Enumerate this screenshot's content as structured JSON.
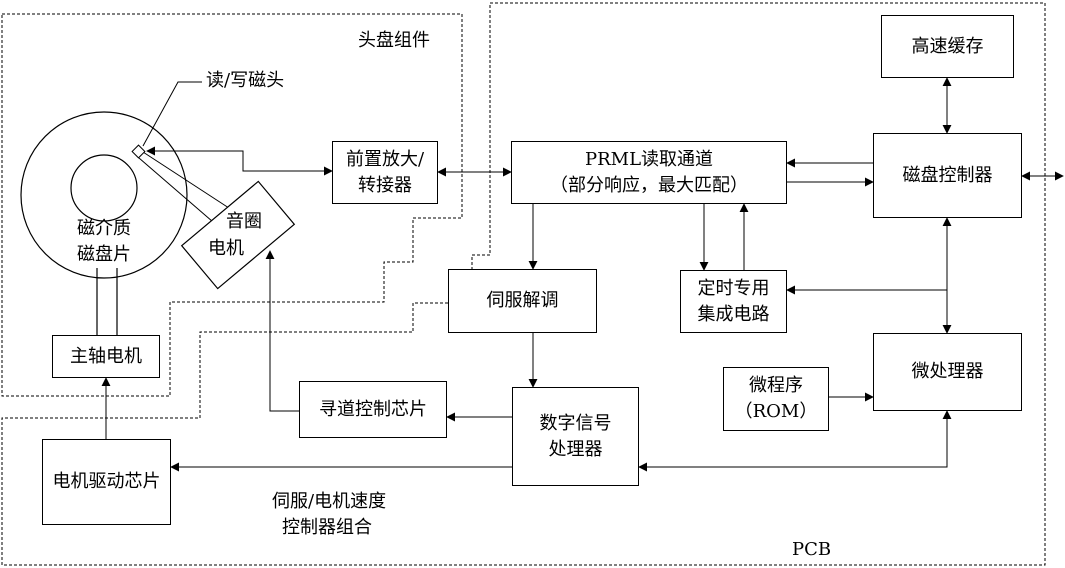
{
  "regions": {
    "head_assembly": "头盘组件",
    "pcb": "PCB",
    "servo_group_line1": "伺服/电机速度",
    "servo_group_line2": "控制器组合"
  },
  "disk": {
    "label_line1": "磁介质",
    "label_line2": "磁盘片",
    "rw_head": "读/写磁头"
  },
  "voice_coil": {
    "line1": "音圈",
    "line2": "电机"
  },
  "blocks": {
    "cache": "高速缓存",
    "disk_controller": "磁盘控制器",
    "preamp_line1": "前置放大/",
    "preamp_line2": "转接器",
    "prml_line1": "PRML读取通道",
    "prml_line2": "（部分响应，最大匹配）",
    "servo_demod": "伺服解调",
    "timing_line1": "定时专用",
    "timing_line2": "集成电路",
    "microprocessor": "微处理器",
    "microprogram_line1": "微程序",
    "microprogram_line2": "（ROM）",
    "dsp_line1": "数字信号",
    "dsp_line2": "处理器",
    "seek_control": "寻道控制芯片",
    "motor_driver": "电机驱动芯片",
    "spindle_motor": "主轴电机"
  }
}
